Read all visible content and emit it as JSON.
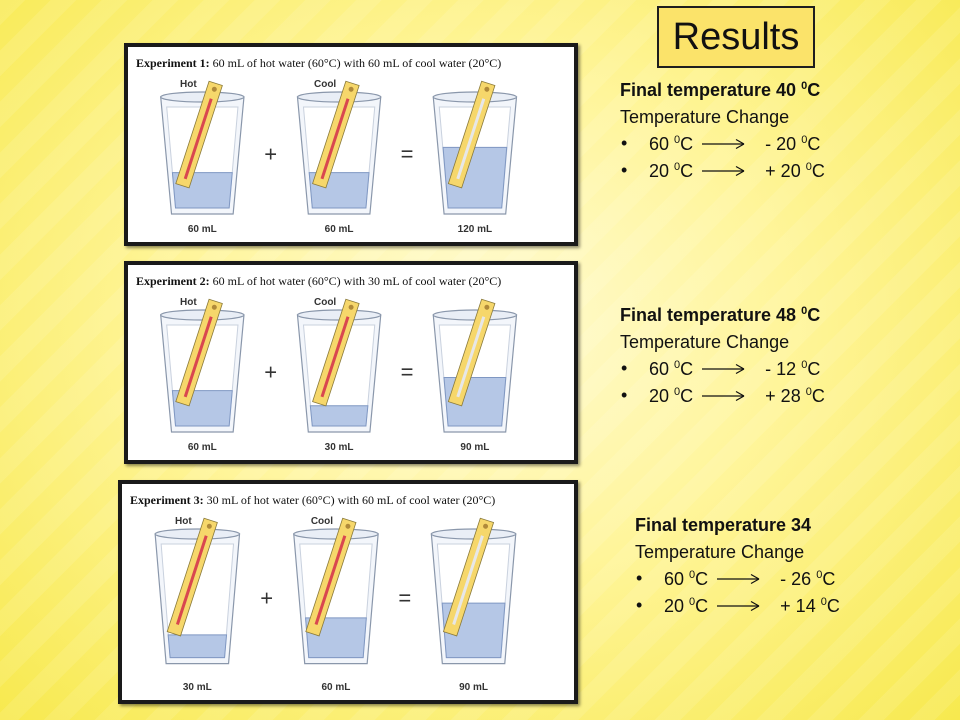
{
  "title": "Results",
  "experiments": [
    {
      "caption_bold": "Experiment 1:",
      "caption_rest": " 60 mL of hot water (60°C) with 60 mL of cool water (20°C)",
      "cup_labels": [
        "Hot",
        "Cool"
      ],
      "operators": [
        "+",
        "="
      ],
      "volumes": [
        "60 mL",
        "60 mL",
        "120 mL"
      ],
      "water_levels": [
        0.35,
        0.35,
        0.6
      ],
      "final_label": "Final temperature 40",
      "final_unit": "C",
      "change_heading": "Temperature Change",
      "changes": [
        {
          "from": "60",
          "to": "- 20"
        },
        {
          "from": "20",
          "to": "+ 20"
        }
      ]
    },
    {
      "caption_bold": "Experiment 2:",
      "caption_rest": " 60 mL of hot water (60°C) with 30 mL of cool water (20°C)",
      "cup_labels": [
        "Hot",
        "Cool"
      ],
      "operators": [
        "+",
        "="
      ],
      "volumes": [
        "60 mL",
        "30 mL",
        "90 mL"
      ],
      "water_levels": [
        0.35,
        0.2,
        0.48
      ],
      "final_label": "Final temperature 48",
      "final_unit": "C",
      "change_heading": "Temperature Change",
      "changes": [
        {
          "from": "60",
          "to": "- 12"
        },
        {
          "from": "20",
          "to": "+ 28"
        }
      ]
    },
    {
      "caption_bold": "Experiment 3:",
      "caption_rest": " 30 mL of hot water (60°C) with 60 mL of cool water (20°C)",
      "cup_labels": [
        "Hot",
        "Cool"
      ],
      "operators": [
        "+",
        "="
      ],
      "volumes": [
        "30 mL",
        "60 mL",
        "90 mL"
      ],
      "water_levels": [
        0.2,
        0.35,
        0.48
      ],
      "final_label": "Final temperature 34",
      "final_unit": "",
      "change_heading": "Temperature Change",
      "changes": [
        {
          "from": "60",
          "to": "- 26"
        },
        {
          "from": "20",
          "to": "+ 14"
        }
      ]
    }
  ],
  "degree_mark": "0",
  "unit": "C",
  "colors": {
    "water": "#b5c7e6",
    "mercury": "#d9474f",
    "thermometer": "#f6d76b"
  }
}
